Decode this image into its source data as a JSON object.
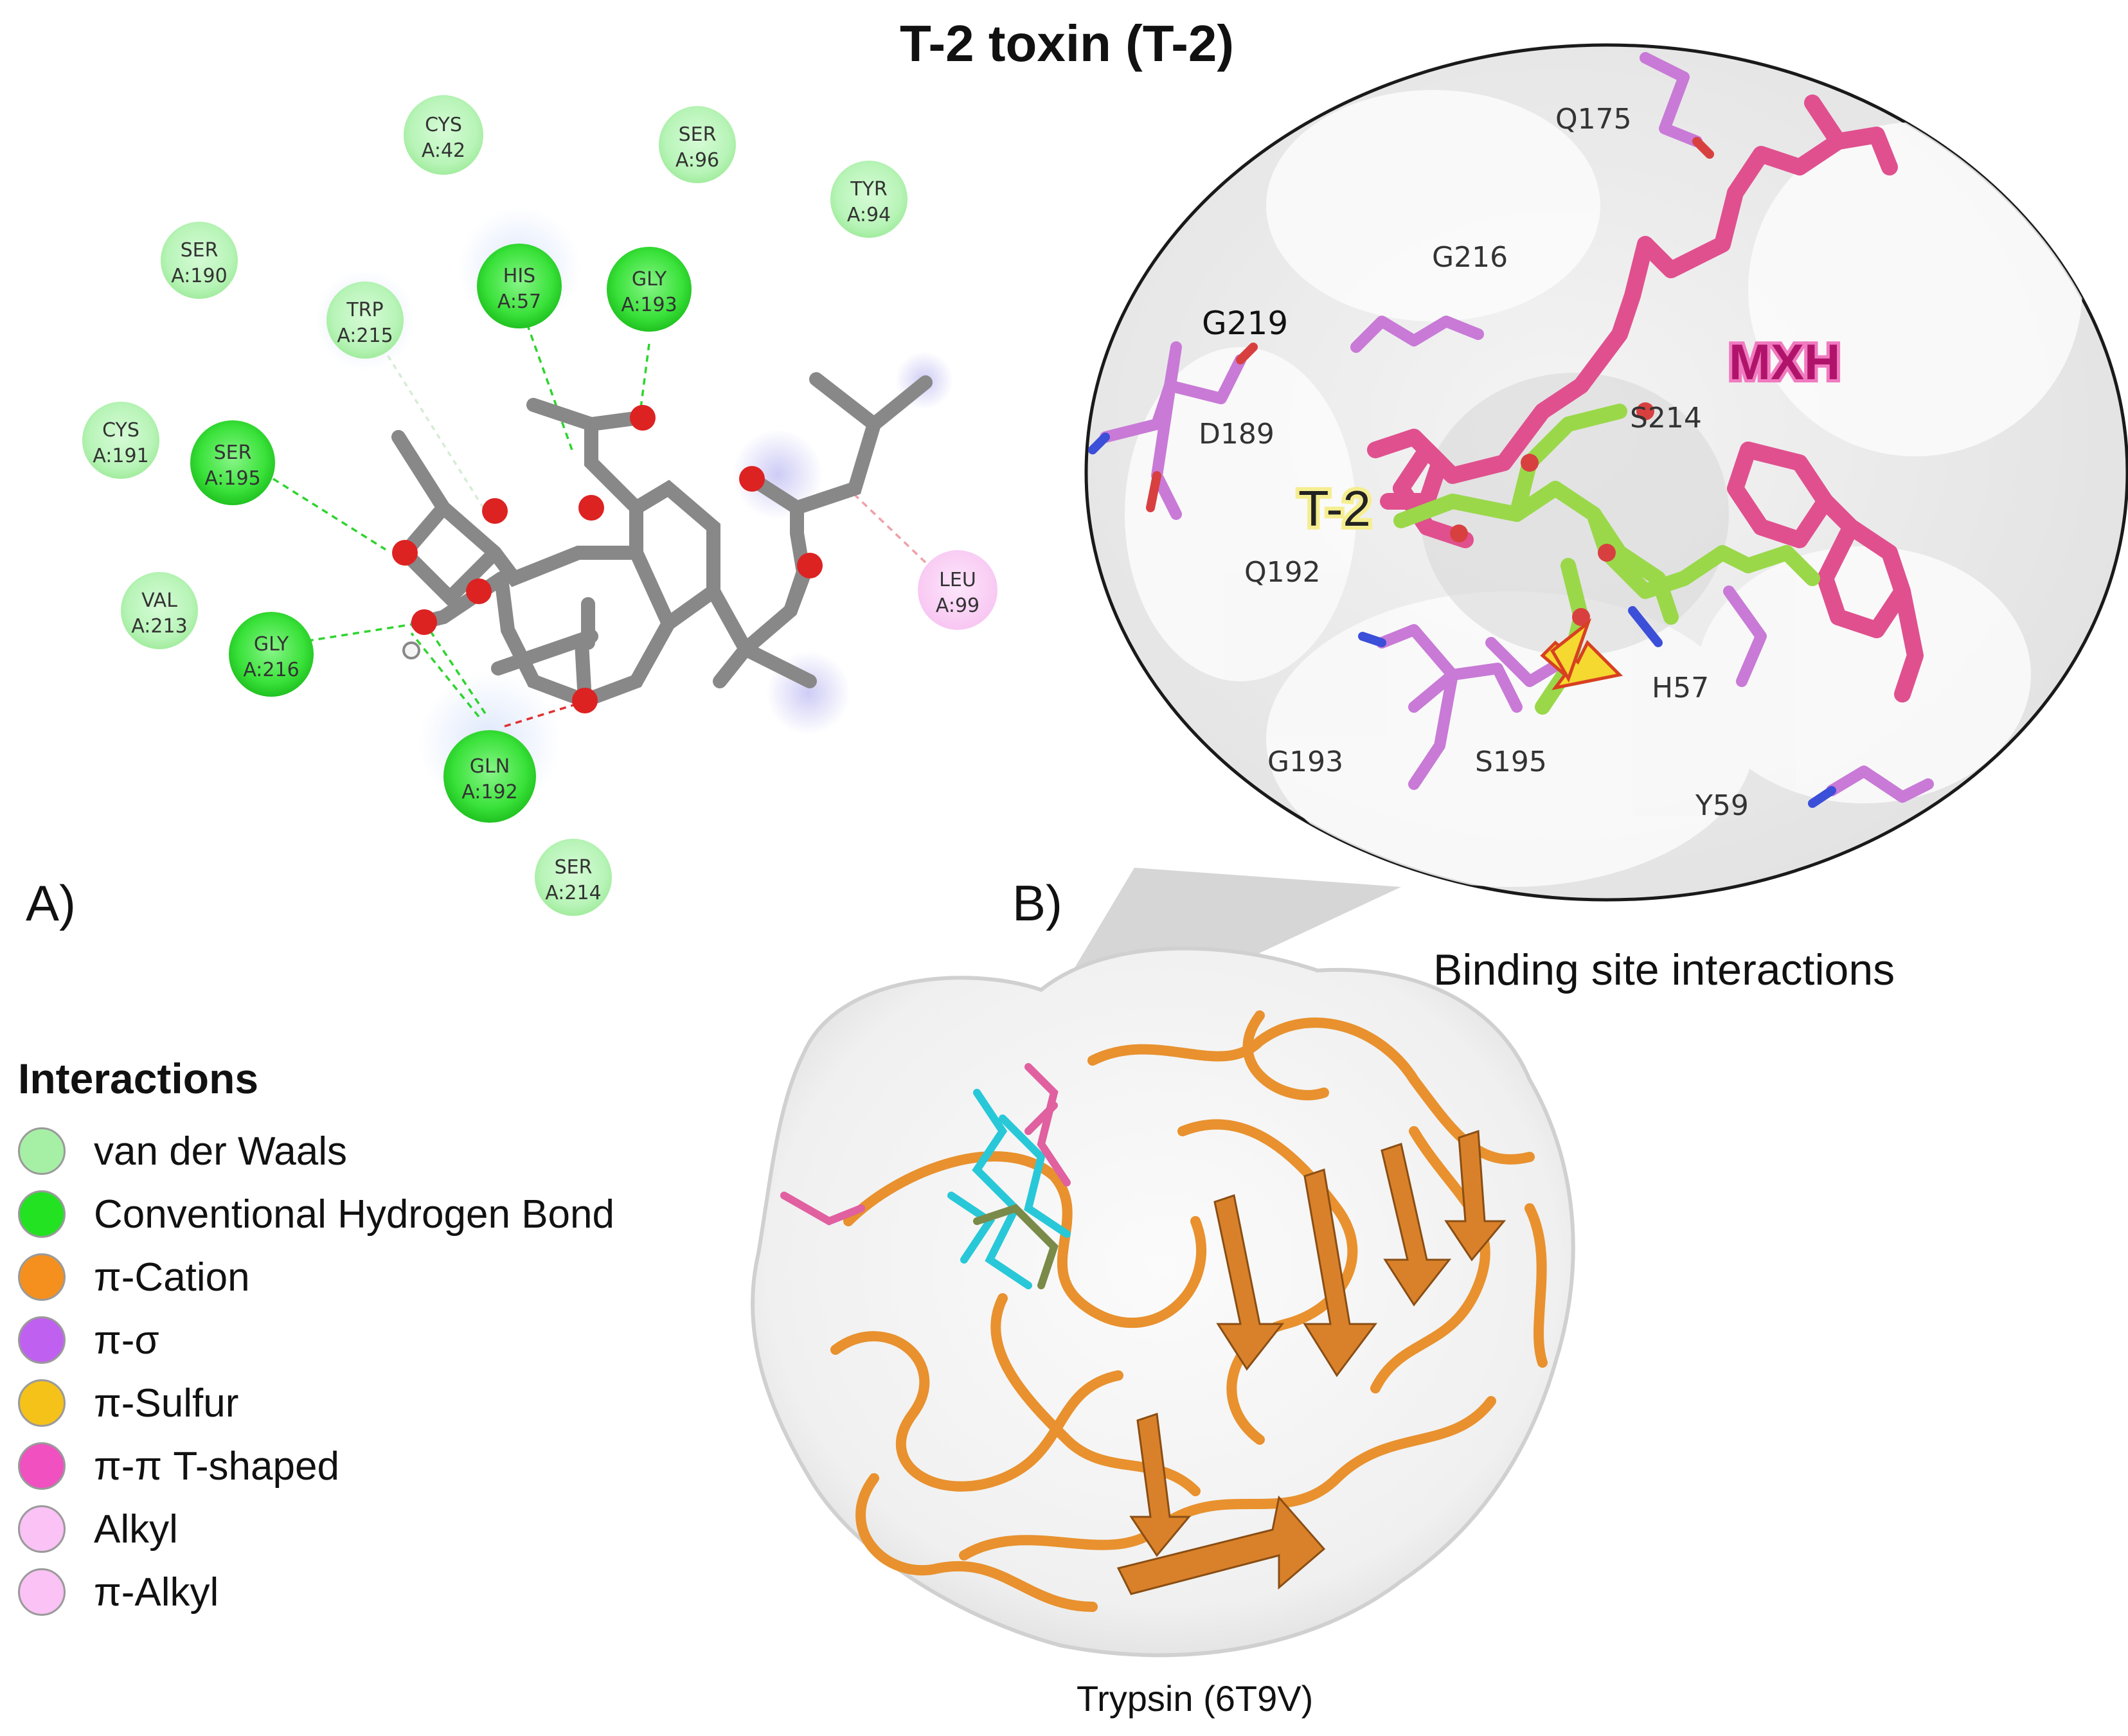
{
  "title": "T-2 toxin (T-2)",
  "panels": {
    "a_label": "A)",
    "b_label": "B)"
  },
  "captions": {
    "binding_site": "Binding site interactions",
    "protein": "Trypsin (6T9V)"
  },
  "ligand_labels": {
    "t2": "T-2",
    "mxh": "MXH"
  },
  "residues_2d": [
    {
      "name": "CYS",
      "id": "A:42",
      "type": "van der Waals"
    },
    {
      "name": "SER",
      "id": "A:96",
      "type": "van der Waals"
    },
    {
      "name": "TYR",
      "id": "A:94",
      "type": "van der Waals"
    },
    {
      "name": "SER",
      "id": "A:190",
      "type": "van der Waals"
    },
    {
      "name": "HIS",
      "id": "A:57",
      "type": "Conventional Hydrogen Bond"
    },
    {
      "name": "GLY",
      "id": "A:193",
      "type": "Conventional Hydrogen Bond"
    },
    {
      "name": "TRP",
      "id": "A:215",
      "type": "van der Waals"
    },
    {
      "name": "CYS",
      "id": "A:191",
      "type": "van der Waals"
    },
    {
      "name": "SER",
      "id": "A:195",
      "type": "Conventional Hydrogen Bond"
    },
    {
      "name": "VAL",
      "id": "A:213",
      "type": "van der Waals"
    },
    {
      "name": "GLY",
      "id": "A:216",
      "type": "Conventional Hydrogen Bond"
    },
    {
      "name": "GLN",
      "id": "A:192",
      "type": "Conventional Hydrogen Bond"
    },
    {
      "name": "SER",
      "id": "A:214",
      "type": "van der Waals"
    },
    {
      "name": "LEU",
      "id": "A:99",
      "type": "Alkyl"
    }
  ],
  "residues_3d": [
    "Q175",
    "G216",
    "G219",
    "D189",
    "S214",
    "Q192",
    "H57",
    "G193",
    "S195",
    "Y59"
  ],
  "legend": {
    "title": "Interactions",
    "items": [
      {
        "label": "van der Waals",
        "color": "#a6f0a6"
      },
      {
        "label": "Conventional Hydrogen Bond",
        "color": "#22e222"
      },
      {
        "label": "π-Cation",
        "color": "#f5901e"
      },
      {
        "label": "π-σ",
        "color": "#c060f0"
      },
      {
        "label": "π-Sulfur",
        "color": "#f5c21a"
      },
      {
        "label": "π-π T-shaped",
        "color": "#f050c0"
      },
      {
        "label": "Alkyl",
        "color": "#fac2f5"
      },
      {
        "label": "π-Alkyl",
        "color": "#fac2f5"
      }
    ]
  },
  "colors": {
    "vdw": "#a6f0a6",
    "hbond": "#22e222",
    "alkyl": "#fac2f5",
    "ligand_c": "#8a8a8a",
    "oxygen": "#dd2222",
    "t2_stick": "#9ad84a",
    "mxh_stick": "#e0508e",
    "protein_ribbon": "#e8912e",
    "residue_stick": "#c87ad6"
  }
}
